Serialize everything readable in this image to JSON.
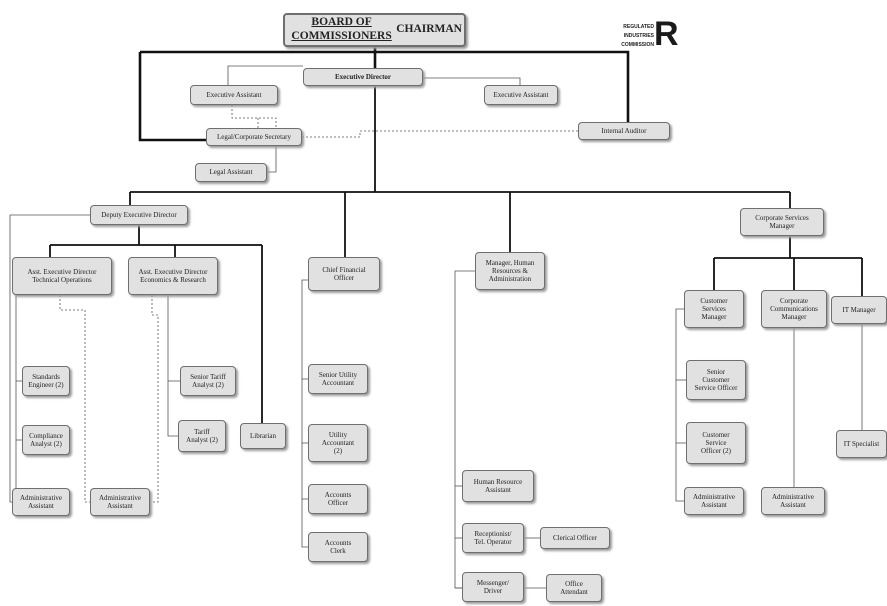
{
  "title": {
    "line1": "BOARD OF COMMISSIONERS",
    "line2": "CHAIRMAN"
  },
  "logo": {
    "text": "REGULATED\nINDUSTRIES\nCOMMISSION",
    "mark": "R"
  },
  "positions": {
    "executive_director": "Executive Director",
    "exec_assistant_left": "Executive Assistant",
    "exec_assistant_right": "Executive Assistant",
    "legal_corporate_secretary": "Legal/Corporate Secretary",
    "legal_assistant": "Legal Assistant",
    "internal_auditor": "Internal Auditor",
    "deputy_executive_director": "Deputy Executive Director",
    "asst_ed_technical": "Asst. Executive Director\nTechnical Operations",
    "asst_ed_economics": "Asst. Executive Director\nEconomics & Research",
    "standards_engineer": "Standards\nEngineer (2)",
    "compliance_analyst": "Compliance\nAnalyst (2)",
    "admin_assistant_tech": "Administrative\nAssistant",
    "admin_assistant_econ": "Administrative\nAssistant",
    "senior_tariff_analyst": "Senior Tariff\nAnalyst (2)",
    "tariff_analyst": "Tariff\nAnalyst (2)",
    "librarian": "Librarian",
    "chief_financial_officer": "Chief Financial\nOfficer",
    "senior_utility_accountant": "Senior Utility\nAccountant",
    "utility_accountant": "Utility\nAccountant\n(2)",
    "accounts_officer": "Accounts\nOfficer",
    "accounts_clerk": "Accounts\nClerk",
    "manager_hr": "Manager, Human\nResources &\nAdministration",
    "hr_assistant": "Human Resource\nAssistant",
    "receptionist": "Receptionist/\nTel. Operator",
    "clerical_officer": "Clerical Officer",
    "messenger_driver": "Messenger/\nDriver",
    "office_attendant": "Office\nAttendant",
    "corporate_services_manager": "Corporate Services\nManager",
    "customer_services_manager": "Customer\nServices\nManager",
    "corporate_communications_manager": "Corporate\nCommunications\nManager",
    "it_manager": "IT Manager",
    "senior_customer_service_officer": "Senior\nCustomer\nService Officer",
    "customer_service_officer": "Customer\nService\nOfficer (2)",
    "admin_assistant_customer": "Administrative\nAssistant",
    "admin_assistant_comms": "Administrative\nAssistant",
    "it_specialist": "IT Specialist"
  }
}
